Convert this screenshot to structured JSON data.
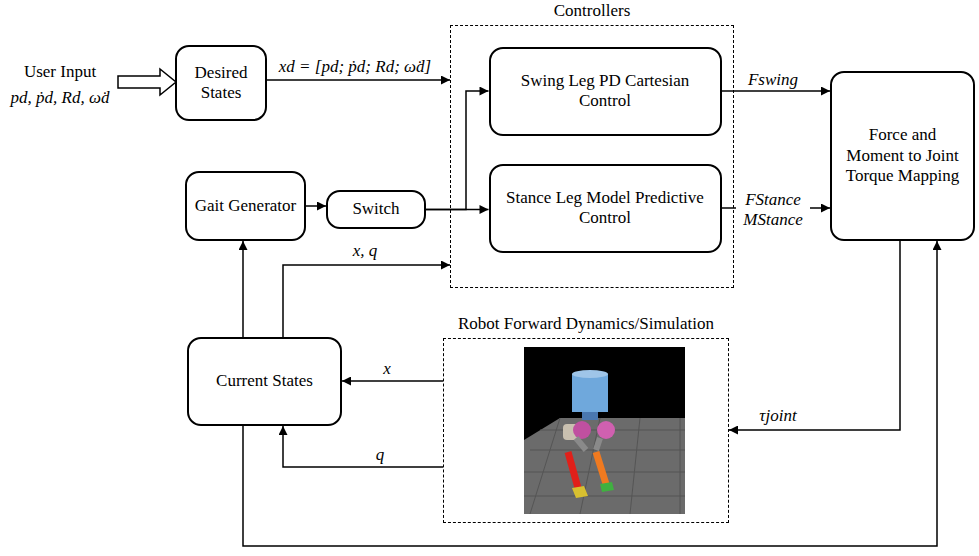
{
  "diagram": {
    "nodes": [
      {
        "text": [
          "Desired States"
        ]
      },
      {
        "text": [
          "Controllers"
        ]
      },
      {
        "text": [
          "Swing Leg PD Cartesian Control"
        ],
        "in": 1
      },
      {
        "text": [
          "Stance Leg Model Predictive Control"
        ],
        "in": 1
      },
      {
        "text": [
          "Force and Moment to Joint Torque Mapping"
        ]
      },
      {
        "text": [
          "Gait Generator"
        ]
      },
      {
        "text": [
          "Switch"
        ]
      },
      {
        "text": [
          "Current States"
        ]
      },
      {
        "text": [
          "Robot Forward Dynamics/Simulation"
        ]
      }
    ],
    "edges": [
      {
        "from": 0,
        "to": 1,
        "arrow": "to",
        "label": "xd = [pd; ṗd; Rd; ω̇d]"
      },
      {
        "from": 5,
        "to": 6,
        "arrow": "to"
      },
      {
        "from": 6,
        "to": 2,
        "arrow": "to"
      },
      {
        "from": 6,
        "to": 3,
        "arrow": "to"
      },
      {
        "from": 2,
        "to": 4,
        "arrow": "to",
        "label": "Fswing"
      },
      {
        "from": 3,
        "to": 4,
        "arrow": "to",
        "label": "FStance MStance"
      },
      {
        "from": 7,
        "to": 1,
        "arrow": "to",
        "label": "x, q"
      },
      {
        "from": 7,
        "to": 5,
        "arrow": "to"
      },
      {
        "from": 8,
        "to": 7,
        "arrow": "to",
        "label": "x"
      },
      {
        "from": 8,
        "to": 7,
        "arrow": "to",
        "label": "q"
      },
      {
        "from": 4,
        "to": 8,
        "arrow": "to",
        "label": "τjoint"
      },
      {
        "from": 7,
        "to": 4,
        "arrow": "to"
      }
    ],
    "labels": [
      "User Input",
      "pd, ṗd, Rd, ω̇d"
    ]
  }
}
